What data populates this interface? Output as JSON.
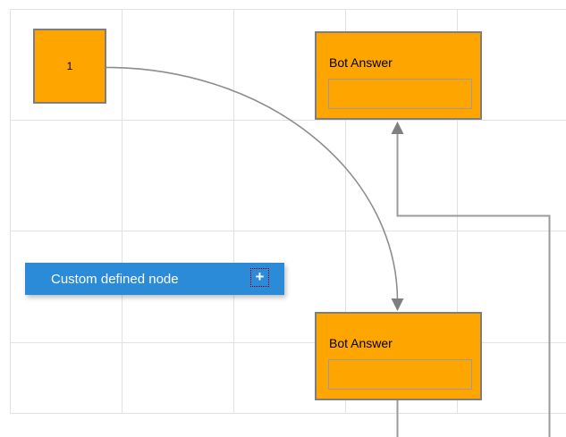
{
  "canvas": {
    "background": "#ffffff",
    "grid_color": "#e2e2e2",
    "connector_color": "#949494",
    "arrow_color": "#7f7f7f"
  },
  "nodes": {
    "start": {
      "label": "1",
      "fill": "#ffa500",
      "border_color": "#7e7e7e"
    },
    "bot_answer_top": {
      "title": "Bot Answer",
      "fill": "#ffa500",
      "border_color": "#7e7e7e",
      "input_value": ""
    },
    "bot_answer_bottom": {
      "title": "Bot Answer",
      "fill": "#ffa500",
      "border_color": "#7e7e7e",
      "input_value": ""
    },
    "custom": {
      "label": "Custom defined node",
      "fill": "#2c8bd8",
      "text_color": "#ffffff",
      "add_icon_glyph": "+"
    }
  }
}
